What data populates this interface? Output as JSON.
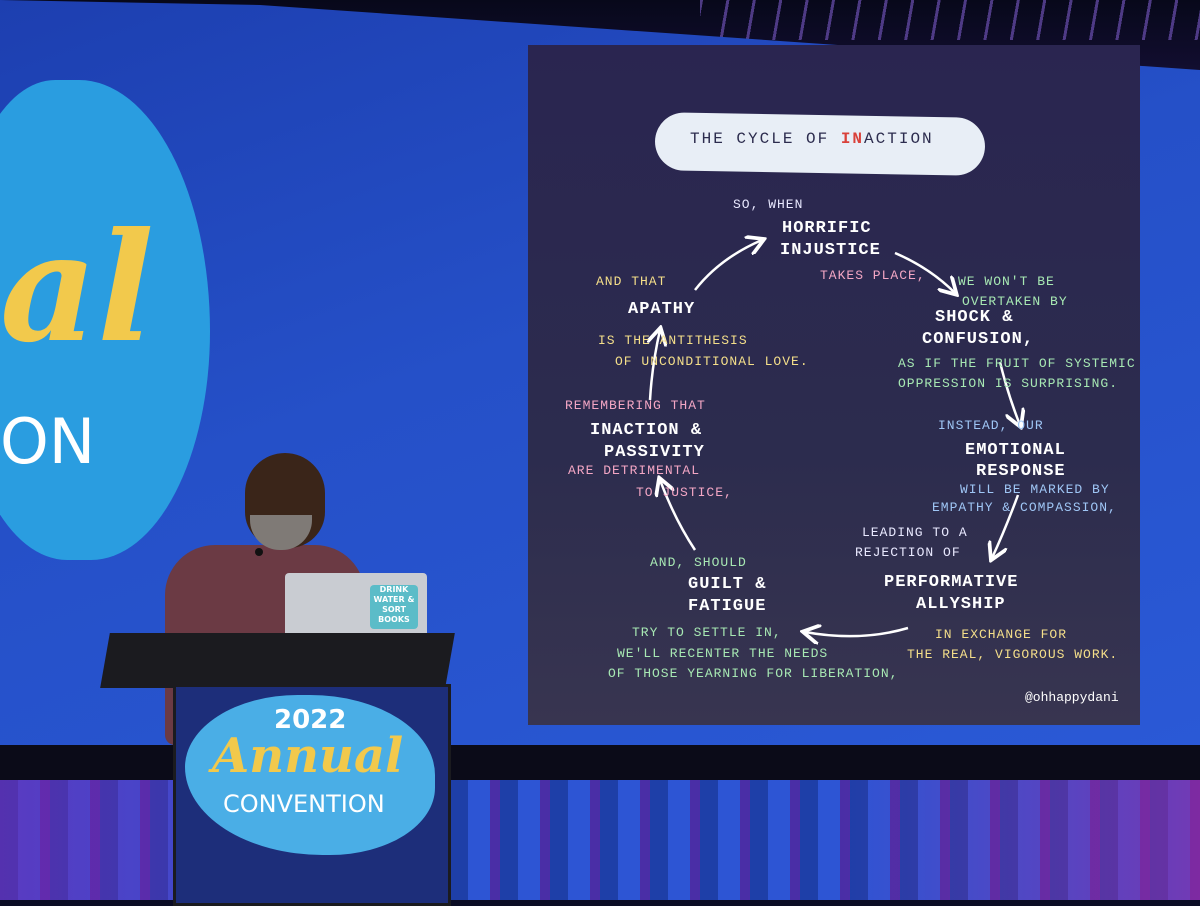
{
  "background_banner": {
    "partial_word": "al",
    "partial_word_2": "ON"
  },
  "slide": {
    "title_prefix": "THE CYCLE OF",
    "title_strike": "IN",
    "title_suffix": "ACTION",
    "nodes": {
      "horrific_pre": "SO, WHEN",
      "horrific_1": "HORRIFIC",
      "horrific_2": "INJUSTICE",
      "horrific_post": "TAKES PLACE,",
      "shock_pre_1": "WE WON'T BE",
      "shock_pre_2": "OVERTAKEN BY",
      "shock_1": "SHOCK &",
      "shock_2": "CONFUSION,",
      "shock_post_1": "AS IF THE FRUIT OF SYSTEMIC",
      "shock_post_2": "OPPRESSION IS SURPRISING.",
      "emotional_pre": "INSTEAD, OUR",
      "emotional_1": "EMOTIONAL",
      "emotional_2": "RESPONSE",
      "emotional_post_1": "WILL BE MARKED BY",
      "emotional_post_2": "EMPATHY & COMPASSION,",
      "perf_pre_1": "LEADING TO A",
      "perf_pre_2": "REJECTION OF",
      "perf_1": "PERFORMATIVE",
      "perf_2": "ALLYSHIP",
      "perf_post_1": "IN EXCHANGE FOR",
      "perf_post_2": "THE REAL, VIGOROUS WORK.",
      "guilt_pre": "AND, SHOULD",
      "guilt_1": "GUILT &",
      "guilt_2": "FATIGUE",
      "guilt_post_1": "TRY TO SETTLE IN,",
      "guilt_post_2": "WE'LL RECENTER THE NEEDS",
      "guilt_post_3": "OF THOSE YEARNING FOR LIBERATION,",
      "inaction_pre": "REMEMBERING THAT",
      "inaction_1": "INACTION &",
      "inaction_2": "PASSIVITY",
      "inaction_post_1": "ARE DETRIMENTAL",
      "inaction_post_2": "TO JUSTICE,",
      "apathy_pre": "AND THAT",
      "apathy_1": "APATHY",
      "apathy_post_1": "IS THE ANTITHESIS",
      "apathy_post_2": "OF UNCONDITIONAL LOVE."
    },
    "credit": "@ohhappydani"
  },
  "lectern": {
    "year": "2022",
    "annual": "Annual",
    "convention": "CONVENTION"
  },
  "laptop_sticker": "DRINK WATER & SORT BOOKS",
  "colors": {
    "screen_blue": "#2550c8",
    "slide_bg": "#2a2550",
    "brand_yellow": "#f2c94c",
    "brand_cyan": "#4aaee6"
  }
}
